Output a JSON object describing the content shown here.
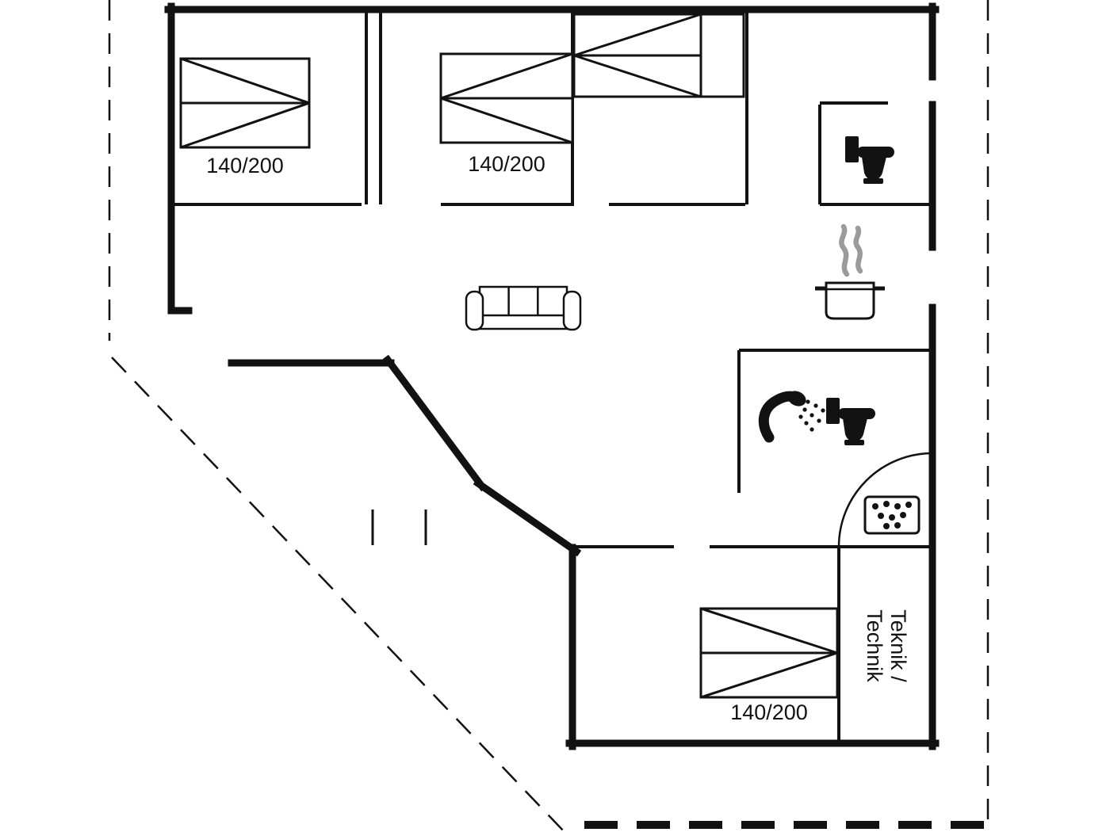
{
  "floorplan": {
    "labels": {
      "bed_top_left": "140/200",
      "bed_top_middle": "140/200",
      "bed_bottom": "140/200"
    },
    "technical_room": {
      "line1": "Teknik /",
      "line2": "Technik"
    },
    "icons": [
      "bed-icon-top-left",
      "bed-icon-top-middle",
      "bed-icon-top-right",
      "bed-icon-bottom",
      "sofa-icon",
      "cooking-pot-icon",
      "steam-icon",
      "toilet-icon-wc",
      "toilet-icon-bathroom",
      "shower-icon",
      "shower-drain-icon",
      "shower-screen-arc",
      "property-boundary-dashed"
    ],
    "colors": {
      "wall": "#121212",
      "steam_gray": "#9b9b9b",
      "background": "#ffffff"
    }
  }
}
